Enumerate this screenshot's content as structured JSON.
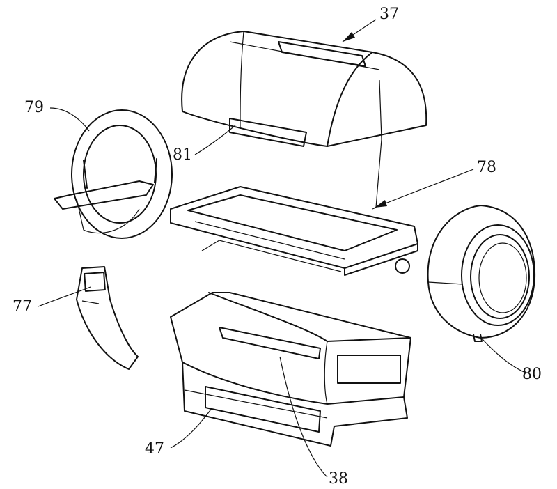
{
  "figure": {
    "labels": {
      "cover": "37",
      "left_end_ring": "79",
      "handle": "81",
      "tray": "78",
      "control_panel": "77",
      "right_end_cap": "80",
      "base": "47",
      "lower_shell": "38"
    }
  }
}
